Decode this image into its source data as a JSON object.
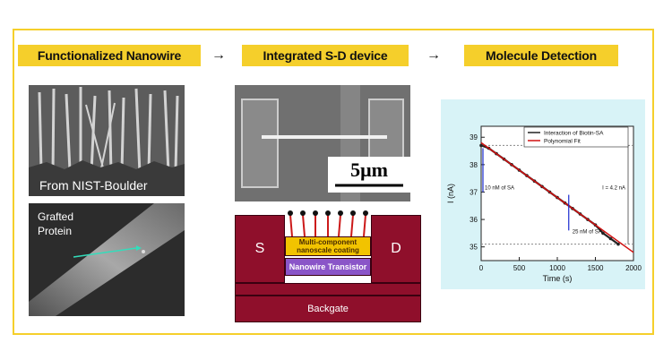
{
  "stages": [
    {
      "label": "Functionalized Nanowire"
    },
    {
      "label": "Integrated S-D device"
    },
    {
      "label": "Molecule Detection"
    }
  ],
  "arrow_glyph": "→",
  "panel1": {
    "sem_top_caption": "From NIST-Boulder",
    "sem_bottom_label_line1": "Grafted",
    "sem_bottom_label_line2": "Protein"
  },
  "panel2": {
    "scale_bar_label": "5μm",
    "coating_line1": "Multi-component",
    "coating_line2": "nanoscale coating",
    "transistor_label": "Nanowire Transistor",
    "source_label": "S",
    "drain_label": "D",
    "backgate_label": "Backgate"
  },
  "colors": {
    "accent_yellow": "#f5cf2b",
    "device_maroon": "#8f0f2b",
    "transistor_purple": "#8a55c8",
    "coating_yellow": "#f2c300",
    "plot_bg": "#d8f3f7",
    "data_black": "#222222",
    "fit_red": "#d01010",
    "annot_blue": "#1a2ad0"
  },
  "chart_data": {
    "type": "line",
    "xlabel": "Time (s)",
    "ylabel": "I (nA)",
    "xlim": [
      0,
      2000
    ],
    "ylim": [
      34.5,
      39.4
    ],
    "xticks": [
      0,
      500,
      1000,
      1500,
      2000
    ],
    "yticks": [
      35,
      36,
      37,
      38,
      39
    ],
    "legend_position": "top-right",
    "series": [
      {
        "name": "Interaction of Biotin-SA",
        "x": [
          0,
          100,
          200,
          300,
          400,
          500,
          600,
          700,
          800,
          900,
          1000,
          1100,
          1200,
          1300,
          1400,
          1500,
          1600,
          1700,
          1800
        ],
        "values": [
          38.7,
          38.6,
          38.4,
          38.2,
          38.0,
          37.8,
          37.6,
          37.4,
          37.2,
          37.0,
          36.8,
          36.6,
          36.4,
          36.2,
          36.0,
          35.8,
          35.5,
          35.3,
          35.1
        ]
      },
      {
        "name": "Polynomial Fit",
        "x": [
          0,
          2000
        ],
        "values": [
          38.8,
          34.8
        ]
      }
    ],
    "annotations": [
      {
        "text": "10 nM of SA",
        "x": 0,
        "y": 37.1
      },
      {
        "text": "25 nM of SA",
        "x": 1150,
        "y": 35.5
      },
      {
        "text": "I = 4.2 nA",
        "x": 2050,
        "y": 37.1
      }
    ]
  }
}
